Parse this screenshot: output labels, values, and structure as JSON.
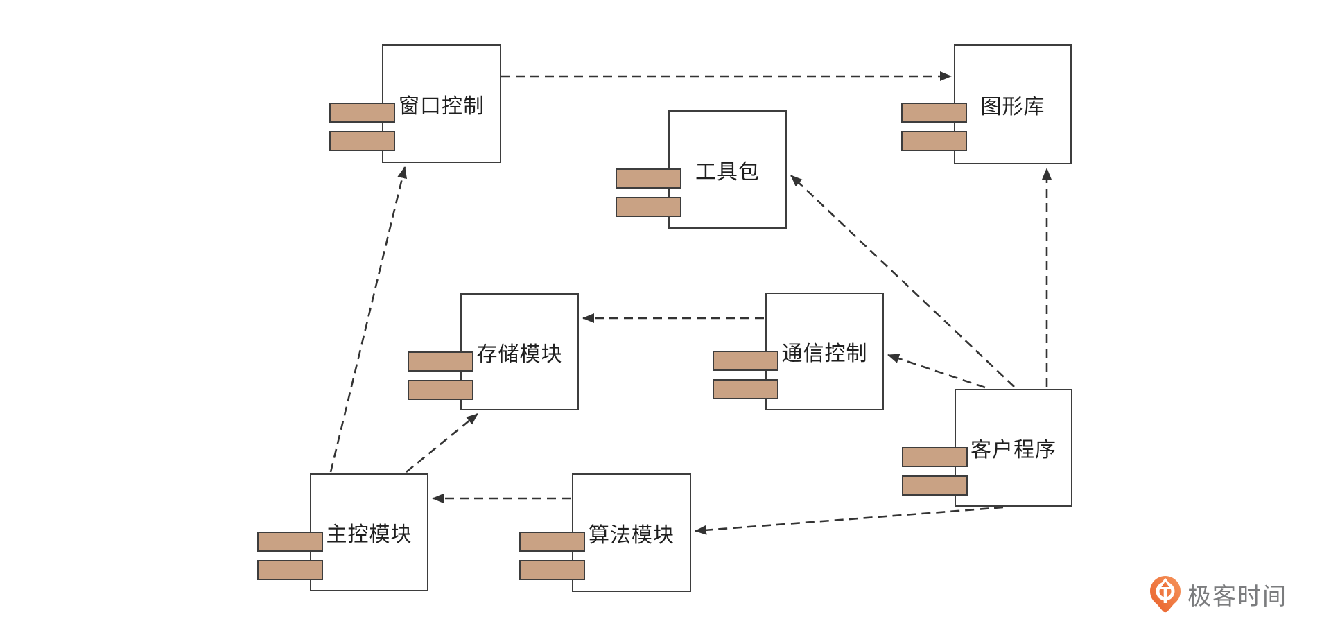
{
  "diagram": {
    "type": "uml-component-diagram",
    "components": [
      {
        "id": "window-control",
        "label": "窗口控制"
      },
      {
        "id": "graphics-library",
        "label": "图形库"
      },
      {
        "id": "toolkit",
        "label": "工具包"
      },
      {
        "id": "storage-module",
        "label": "存储模块"
      },
      {
        "id": "communication-control",
        "label": "通信控制"
      },
      {
        "id": "client-program",
        "label": "客户程序"
      },
      {
        "id": "main-control-module",
        "label": "主控模块"
      },
      {
        "id": "algorithm-module",
        "label": "算法模块"
      }
    ],
    "dependencies": [
      {
        "from": "窗口控制",
        "to": "图形库",
        "style": "dashed-arrow"
      },
      {
        "from": "主控模块",
        "to": "窗口控制",
        "style": "dashed-arrow"
      },
      {
        "from": "主控模块",
        "to": "存储模块",
        "style": "dashed-arrow"
      },
      {
        "from": "算法模块",
        "to": "主控模块",
        "style": "dashed-arrow"
      },
      {
        "from": "通信控制",
        "to": "存储模块",
        "style": "dashed-arrow"
      },
      {
        "from": "客户程序",
        "to": "通信控制",
        "style": "dashed-arrow"
      },
      {
        "from": "客户程序",
        "to": "工具包",
        "style": "dashed-arrow"
      },
      {
        "from": "客户程序",
        "to": "图形库",
        "style": "dashed-arrow"
      },
      {
        "from": "客户程序",
        "to": "算法模块",
        "style": "dashed-arrow"
      }
    ],
    "colors": {
      "background": "#ffffff",
      "box_fill": "#ffffff",
      "box_border": "#3d3d3d",
      "connector_tab_fill": "#c9a284",
      "connector_tab_border": "#3d3d3d",
      "arrow_line": "#333333",
      "label_text": "#1f1f1f"
    }
  },
  "branding": {
    "logo_text": "极客时间",
    "logo_icon": "geektime-pin-icon",
    "logo_icon_color": "#ee6e33",
    "logo_text_color": "#7b7c7e"
  }
}
